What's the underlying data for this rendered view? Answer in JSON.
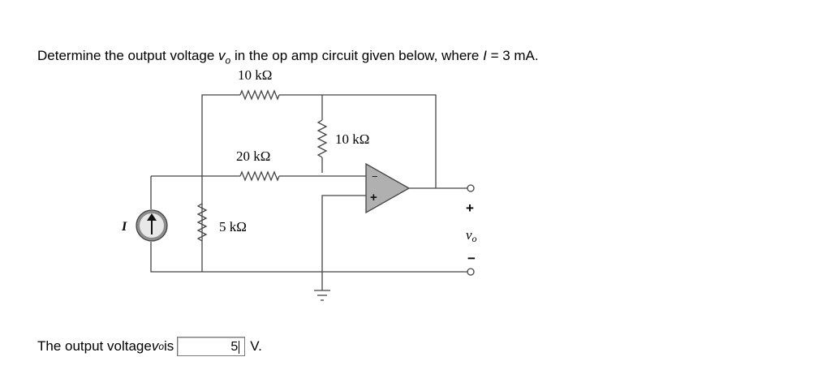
{
  "question": {
    "prefix": "Determine the output voltage ",
    "var": "v",
    "sub": "o",
    "mid": " in the op amp circuit given below, where ",
    "ivar": "I",
    "suffix": " = 3 mA."
  },
  "circuit": {
    "r_top": "10 kΩ",
    "r_feedback": "10 kΩ",
    "r_input": "20 kΩ",
    "r_shunt": "5 kΩ",
    "source_label": "I",
    "opamp_minus": "−",
    "opamp_plus": "+",
    "out_plus": "+",
    "out_minus": "−",
    "out_label": "v",
    "out_sub": "o"
  },
  "answer": {
    "prefix": "The output voltage ",
    "var": "v",
    "sub": "o",
    "is": " is",
    "value": "5",
    "unit": "V."
  }
}
